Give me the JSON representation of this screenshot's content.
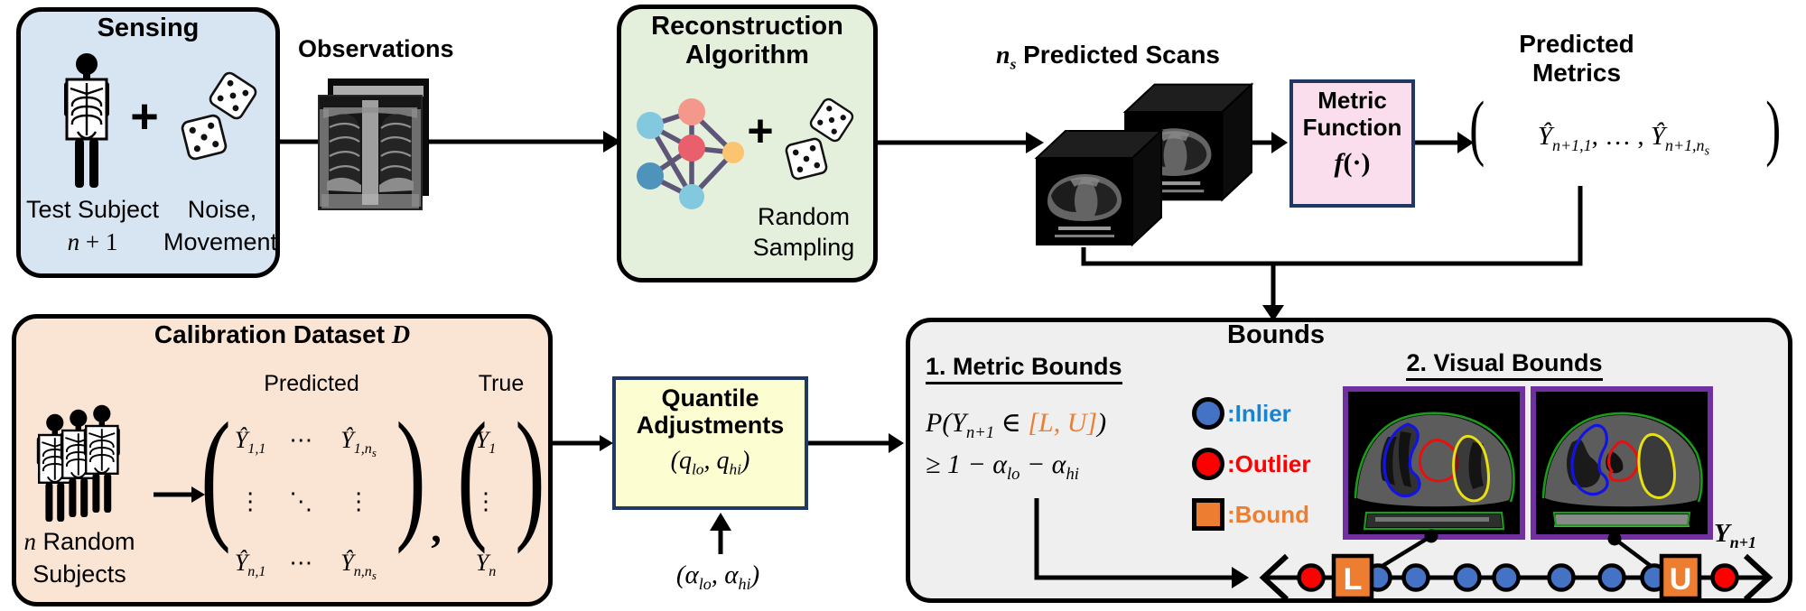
{
  "colors": {
    "sensing_fill": "#D7E4F2",
    "reconstruction_fill": "#E4F0DC",
    "metric_fill": "#FBDEED",
    "quantile_fill": "#FDFDD2",
    "calibration_fill": "#FAE4D4",
    "bounds_fill": "#EFEFEF",
    "navy_border": "#1F3864",
    "black": "#000000",
    "orange_accent": "#ED7D31",
    "inlier_blue": "#4472C4",
    "inlier_text_blue": "#1783D3",
    "outlier_red": "#FF0000",
    "purple_frame": "#7030A0",
    "nn_salmon": "#F5988C",
    "nn_red": "#E95F6B",
    "nn_lightblue": "#82C8DE",
    "nn_steelblue": "#4E93BC",
    "nn_orange": "#FAC471",
    "nn_edge": "#5E5679"
  },
  "icons": {
    "person_xray": "person-xray-icon",
    "dice": "dice-icon",
    "chest_xray": "chest-xray-image",
    "neural_network": "neural-network-icon",
    "scan_cube": "ct-scan-cube-icon",
    "ct_slice": "ct-segmentation-image",
    "arrow": "flow-arrow"
  },
  "sensing": {
    "title": "Sensing",
    "plus": "+",
    "cap_left1": "Test Subject",
    "cap_left2_var": "n",
    "cap_left2_rest": " + 1",
    "cap_right1": "Noise,",
    "cap_right2": "Movement"
  },
  "observations": {
    "label": "Observations"
  },
  "reconstruction": {
    "title1": "Reconstruction",
    "title2": "Algorithm",
    "plus": "+",
    "cap1": "Random",
    "cap2": "Sampling"
  },
  "scans": {
    "n": "n",
    "n_sub": "s",
    "label": "Predicted Scans"
  },
  "metric_function": {
    "title1": "Metric",
    "title2": "Function",
    "f": "f",
    "args": "(·)"
  },
  "predicted_metrics": {
    "title1": "Predicted",
    "title2": "Metrics",
    "open": "(",
    "close": ")",
    "y1": "Ŷ",
    "y1sub": "n+1,1",
    "sep": ", … , ",
    "y2": "Ŷ",
    "y2sub": "n+1,n",
    "y2subsub": "s"
  },
  "calibration": {
    "title_main": "Calibration Dataset ",
    "title_d": "D",
    "col_predicted": "Predicted",
    "col_true": "True",
    "open": "(",
    "close": ")",
    "comma": ",",
    "matrix": {
      "r1c1": {
        "b": "Ŷ",
        "s": "1,1"
      },
      "r1c2": "⋯",
      "r1c3": {
        "b": "Ŷ",
        "s": "1,n",
        "ss": "s"
      },
      "r2c1": "⋮",
      "r2c2": "⋱",
      "r2c3": "⋮",
      "r3c1": {
        "b": "Ŷ",
        "s": "n,1"
      },
      "r3c2": "⋯",
      "r3c3": {
        "b": "Ŷ",
        "s": "n,n",
        "ss": "s"
      }
    },
    "true_vec": {
      "v1": {
        "b": "Y",
        "s": "1"
      },
      "v2": "⋮",
      "v3": {
        "b": "Y",
        "s": "n"
      }
    },
    "cap1_var": "n",
    "cap1_rest": " Random",
    "cap2": "Subjects"
  },
  "quantile": {
    "title1": "Quantile",
    "title2": "Adjustments",
    "fa": "(q",
    "fs1": "lo",
    "fb": ", q",
    "fs2": "hi",
    "fc": ")"
  },
  "alpha_input": {
    "aa": "(α",
    "as1": "lo",
    "ab": ", α",
    "as2": "hi",
    "ac": ")"
  },
  "bounds": {
    "title": "Bounds",
    "metric_bounds": {
      "heading": "1. Metric Bounds",
      "f1a": "P(Y",
      "f1sub": "n+1",
      "f1mid": " ∈ ",
      "f1interval": "[L, U]",
      "f1c": ")",
      "f2a": "≥ 1 − α",
      "f2s1": "lo",
      "f2b": " − α",
      "f2s2": "hi"
    },
    "legend": {
      "inlier": ":Inlier",
      "outlier": ":Outlier",
      "bound": ":Bound"
    },
    "visual_bounds": {
      "heading": "2. Visual Bounds"
    },
    "axis": {
      "L": "L",
      "U": "U",
      "ylabel_base": "Y",
      "ylabel_sub": "n+1"
    }
  }
}
